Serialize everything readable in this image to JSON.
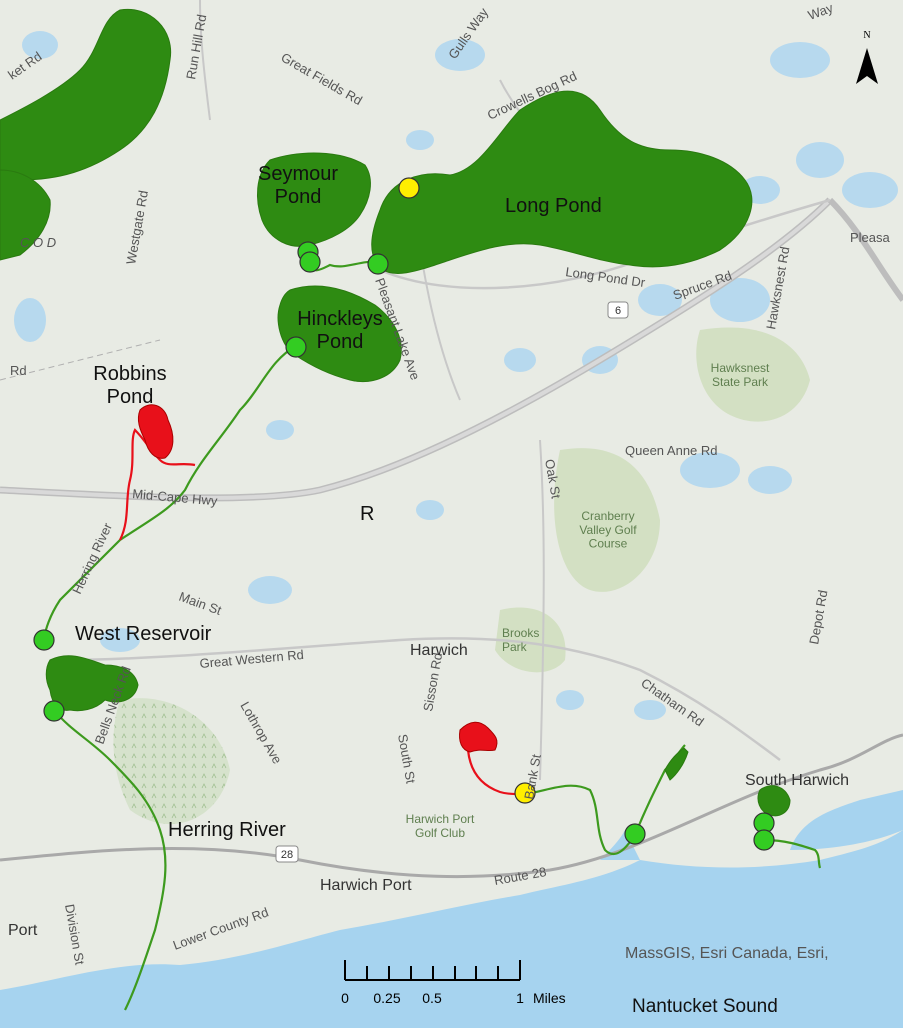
{
  "colors": {
    "land": "#e8ebe4",
    "water": "#b7d9ee",
    "sea": "#a6d3ef",
    "park": "#d3e0c3",
    "pond_fill": "#2e8b12",
    "red_pond_fill": "#e8101a",
    "stream_green": "#3d9a1e",
    "stream_red": "#e8101a",
    "point_green": "#33cc22",
    "point_yellow": "#ffee00",
    "road_major": "#c4c4c4"
  },
  "ponds": {
    "seymour": "Seymour\nPond",
    "long": "Long Pond",
    "hinckleys": "Hinckleys\nPond",
    "robbins": "Robbins\nPond",
    "west_reservoir": "West Reservoir",
    "herring_river": "Herring River",
    "r_marker": "R"
  },
  "roads": {
    "crowells_bog": "Crowells Bog Rd",
    "great_fields": "Great Fields Rd",
    "gulls_way": "Gulls Way",
    "run_hill": "Run Hill Rd",
    "westgate": "Westgate Rd",
    "long_pond_dr": "Long Pond Dr",
    "spruce": "Spruce Rd",
    "hawksnest_rd": "Hawksnest Rd",
    "pleasant_lake": "Pleasant Lake Ave",
    "pleasant": "Pleasa",
    "queen_anne": "Queen Anne Rd",
    "mid_cape": "Mid-Cape Hwy",
    "oak": "Oak St",
    "main": "Main St",
    "great_western": "Great Western Rd",
    "sisson": "Sisson Rd",
    "bank": "Bank St",
    "chatham": "Chatham Rd",
    "depot": "Depot Rd",
    "south_st": "South St",
    "lothrop": "Lothrop Ave",
    "bells_neck": "Bells Neck Rd",
    "lower_county": "Lower County Rd",
    "division": "Division St",
    "route28": "Route 28",
    "herring_river_road": "Herring River",
    "rd_fragment": "Rd",
    "ket_rd": "ket Rd",
    "cod": "C O D",
    "way": "Way",
    "shield_6": "6",
    "shield_28": "28"
  },
  "places": {
    "harwich": "Harwich",
    "harwich_port": "Harwich Port",
    "south_harwich": "South Harwich",
    "port": "Port",
    "brooks_park": "Brooks\nPark",
    "cranberry": "Cranberry\nValley Golf\nCourse",
    "hawksnest": "Hawksnest\nState Park",
    "harwich_port_golf": "Harwich Port\nGolf Club"
  },
  "scale_bar": {
    "ticks": [
      "0",
      "0.25",
      "0.5",
      "1"
    ],
    "unit": "Miles"
  },
  "north_arrow": {
    "label": "N"
  },
  "credit": "MassGIS, Esri Canada, Esri,",
  "water_body": "Nantucket Sound"
}
